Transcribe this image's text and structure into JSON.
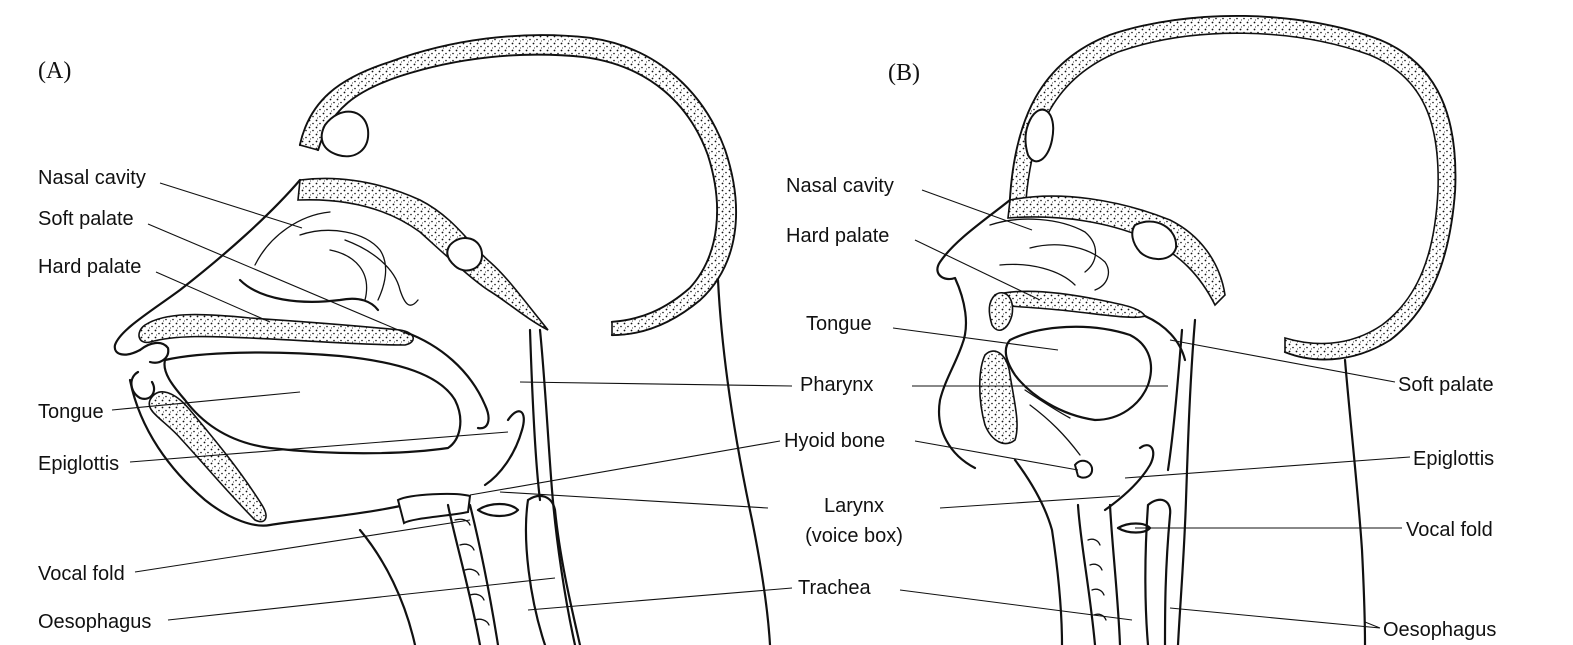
{
  "panel_a": {
    "tag": "(A)",
    "labels": {
      "nasal_cavity": "Nasal cavity",
      "soft_palate": "Soft palate",
      "hard_palate": "Hard palate",
      "tongue": "Tongue",
      "epiglottis": "Epiglottis",
      "vocal_fold": "Vocal fold",
      "oesophagus": "Oesophagus"
    }
  },
  "shared": {
    "pharynx": "Pharynx",
    "hyoid_bone": "Hyoid bone",
    "larynx": "Larynx",
    "larynx_sub": "(voice box)",
    "trachea": "Trachea"
  },
  "panel_b": {
    "tag": "(B)",
    "labels": {
      "nasal_cavity": "Nasal cavity",
      "hard_palate": "Hard palate",
      "tongue": "Tongue",
      "soft_palate": "Soft palate",
      "epiglottis": "Epiglottis",
      "vocal_fold": "Vocal fold",
      "oesophagus": "Oesophagus"
    }
  }
}
